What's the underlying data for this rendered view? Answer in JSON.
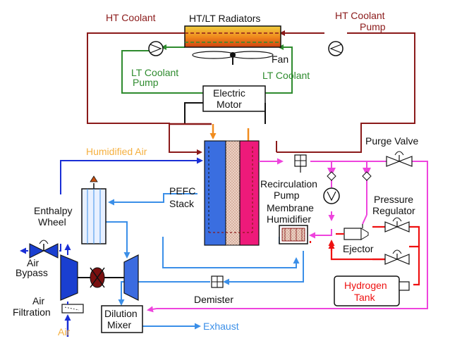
{
  "colors": {
    "ht": "#8b1a1a",
    "lt": "#2e8b2e",
    "air": "#3b8fe8",
    "h2": "#ee44dd",
    "h2_red": "#ee1111",
    "humid": "#1a2fd6",
    "component": "#1a3fd0",
    "stack_blue": "#3a6ee0",
    "stack_pink": "#ee1a7a",
    "orange": "#f08c1e",
    "label_black": "#111111",
    "label_orange": "#f5b040"
  },
  "labels": {
    "ht_coolant_left": "HT Coolant",
    "radiators": "HT/LT Radiators",
    "ht_coolant_pump_line1": "HT Coolant",
    "ht_coolant_pump_line2": "Pump",
    "fan": "Fan",
    "lt_coolant_pump_line1": "LT Coolant",
    "lt_coolant_pump_line2": "Pump",
    "lt_coolant_right": "LT Coolant",
    "electric_motor_line1": "Electric",
    "electric_motor_line2": "Motor",
    "humidified_air": "Humidified Air",
    "purge_valve": "Purge Valve",
    "pefc_stack_line1": "PEFC",
    "pefc_stack_line2": "Stack",
    "recirculation_pump_line1": "Recirculation",
    "recirculation_pump_line2": "Pump",
    "membrane_humidifier_line1": "Membrane",
    "membrane_humidifier_line2": "Humidifier",
    "pressure_regulator_line1": "Pressure",
    "pressure_regulator_line2": "Regulator",
    "ejector": "Ejector",
    "enthalpy_wheel_line1": "Enthalpy",
    "enthalpy_wheel_line2": "Wheel",
    "air_bypass_line1": "Air",
    "air_bypass_line2": "Bypass",
    "air_filtration_line1": "Air",
    "air_filtration_line2": "Filtration",
    "air_input": "Air",
    "hydrogen_tank_line1": "Hydrogen",
    "hydrogen_tank_line2": "Tank",
    "demister": "Demister",
    "dilution_mixer_line1": "Dilution",
    "dilution_mixer_line2": "Mixer",
    "exhaust": "Exhaust"
  }
}
